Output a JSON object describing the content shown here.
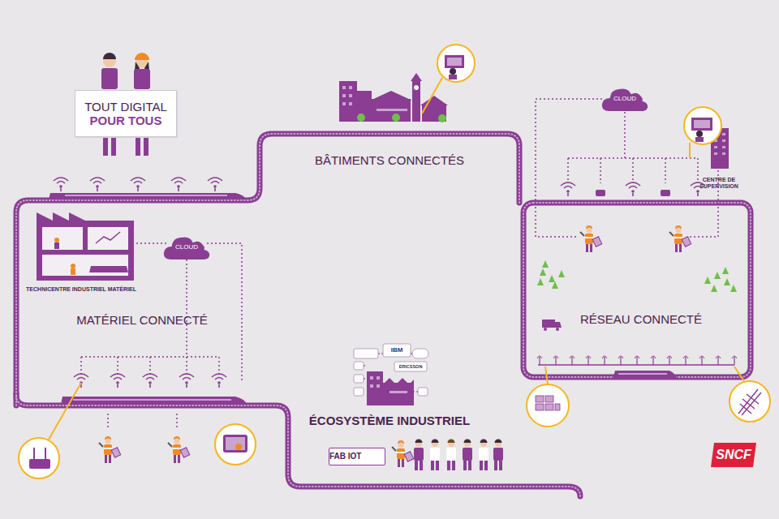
{
  "diagram": {
    "nodes": [
      {
        "text": [
          "TOUT DIGITAL",
          "POUR TOUS"
        ]
      },
      {
        "text": [
          "CLOUD"
        ]
      },
      {
        "text": [
          "CLOUD"
        ]
      },
      {
        "text": [
          "FAB IOT"
        ]
      }
    ],
    "labels": [
      "BÂTIMENTS CONNECTÉS",
      "CENTRE DE SUPERVISION",
      "TECHNICENTRE INDUSTRIEL MATÉRIEL",
      "MATÉRIEL CONNECTÉ",
      "RÉSEAU CONNECTÉ",
      "IBM",
      "ERICSSON",
      "ÉCOSYSTÈME INDUSTRIEL",
      "SNCF"
    ]
  }
}
